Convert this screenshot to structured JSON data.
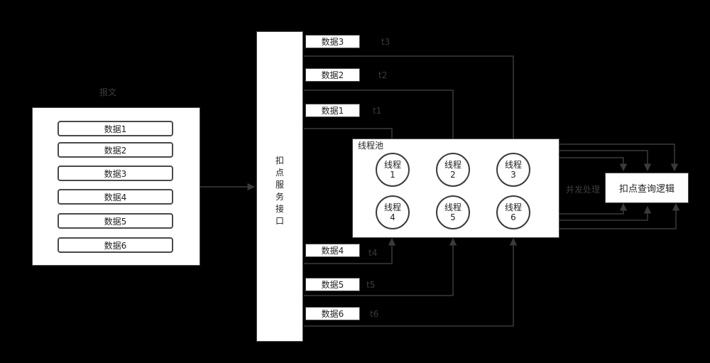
{
  "message_block": {
    "title": "报文",
    "items": [
      "数据1",
      "数据2",
      "数据3",
      "数据4",
      "数据5",
      "数据6"
    ]
  },
  "service": {
    "label_chars": [
      "扣",
      "点",
      "服",
      "务",
      "接",
      "口"
    ]
  },
  "inputs": [
    {
      "label": "数据3",
      "t": "t3"
    },
    {
      "label": "数据2",
      "t": "t2"
    },
    {
      "label": "数据1",
      "t": "t1"
    },
    {
      "label": "数据4",
      "t": "t4"
    },
    {
      "label": "数据5",
      "t": "t5"
    },
    {
      "label": "数据6",
      "t": "t6"
    }
  ],
  "thread_pool": {
    "title": "线程池",
    "threads": [
      {
        "label": "线程",
        "num": "1"
      },
      {
        "label": "线程",
        "num": "2"
      },
      {
        "label": "线程",
        "num": "3"
      },
      {
        "label": "线程",
        "num": "4"
      },
      {
        "label": "线程",
        "num": "5"
      },
      {
        "label": "线程",
        "num": "6"
      }
    ]
  },
  "concurrency_label": "并发处理",
  "query_logic": {
    "label": "扣点查询逻辑"
  },
  "colors": {
    "background": "#000000",
    "box": "#ffffff",
    "line": "#3a3a3a",
    "text": "#222222"
  }
}
